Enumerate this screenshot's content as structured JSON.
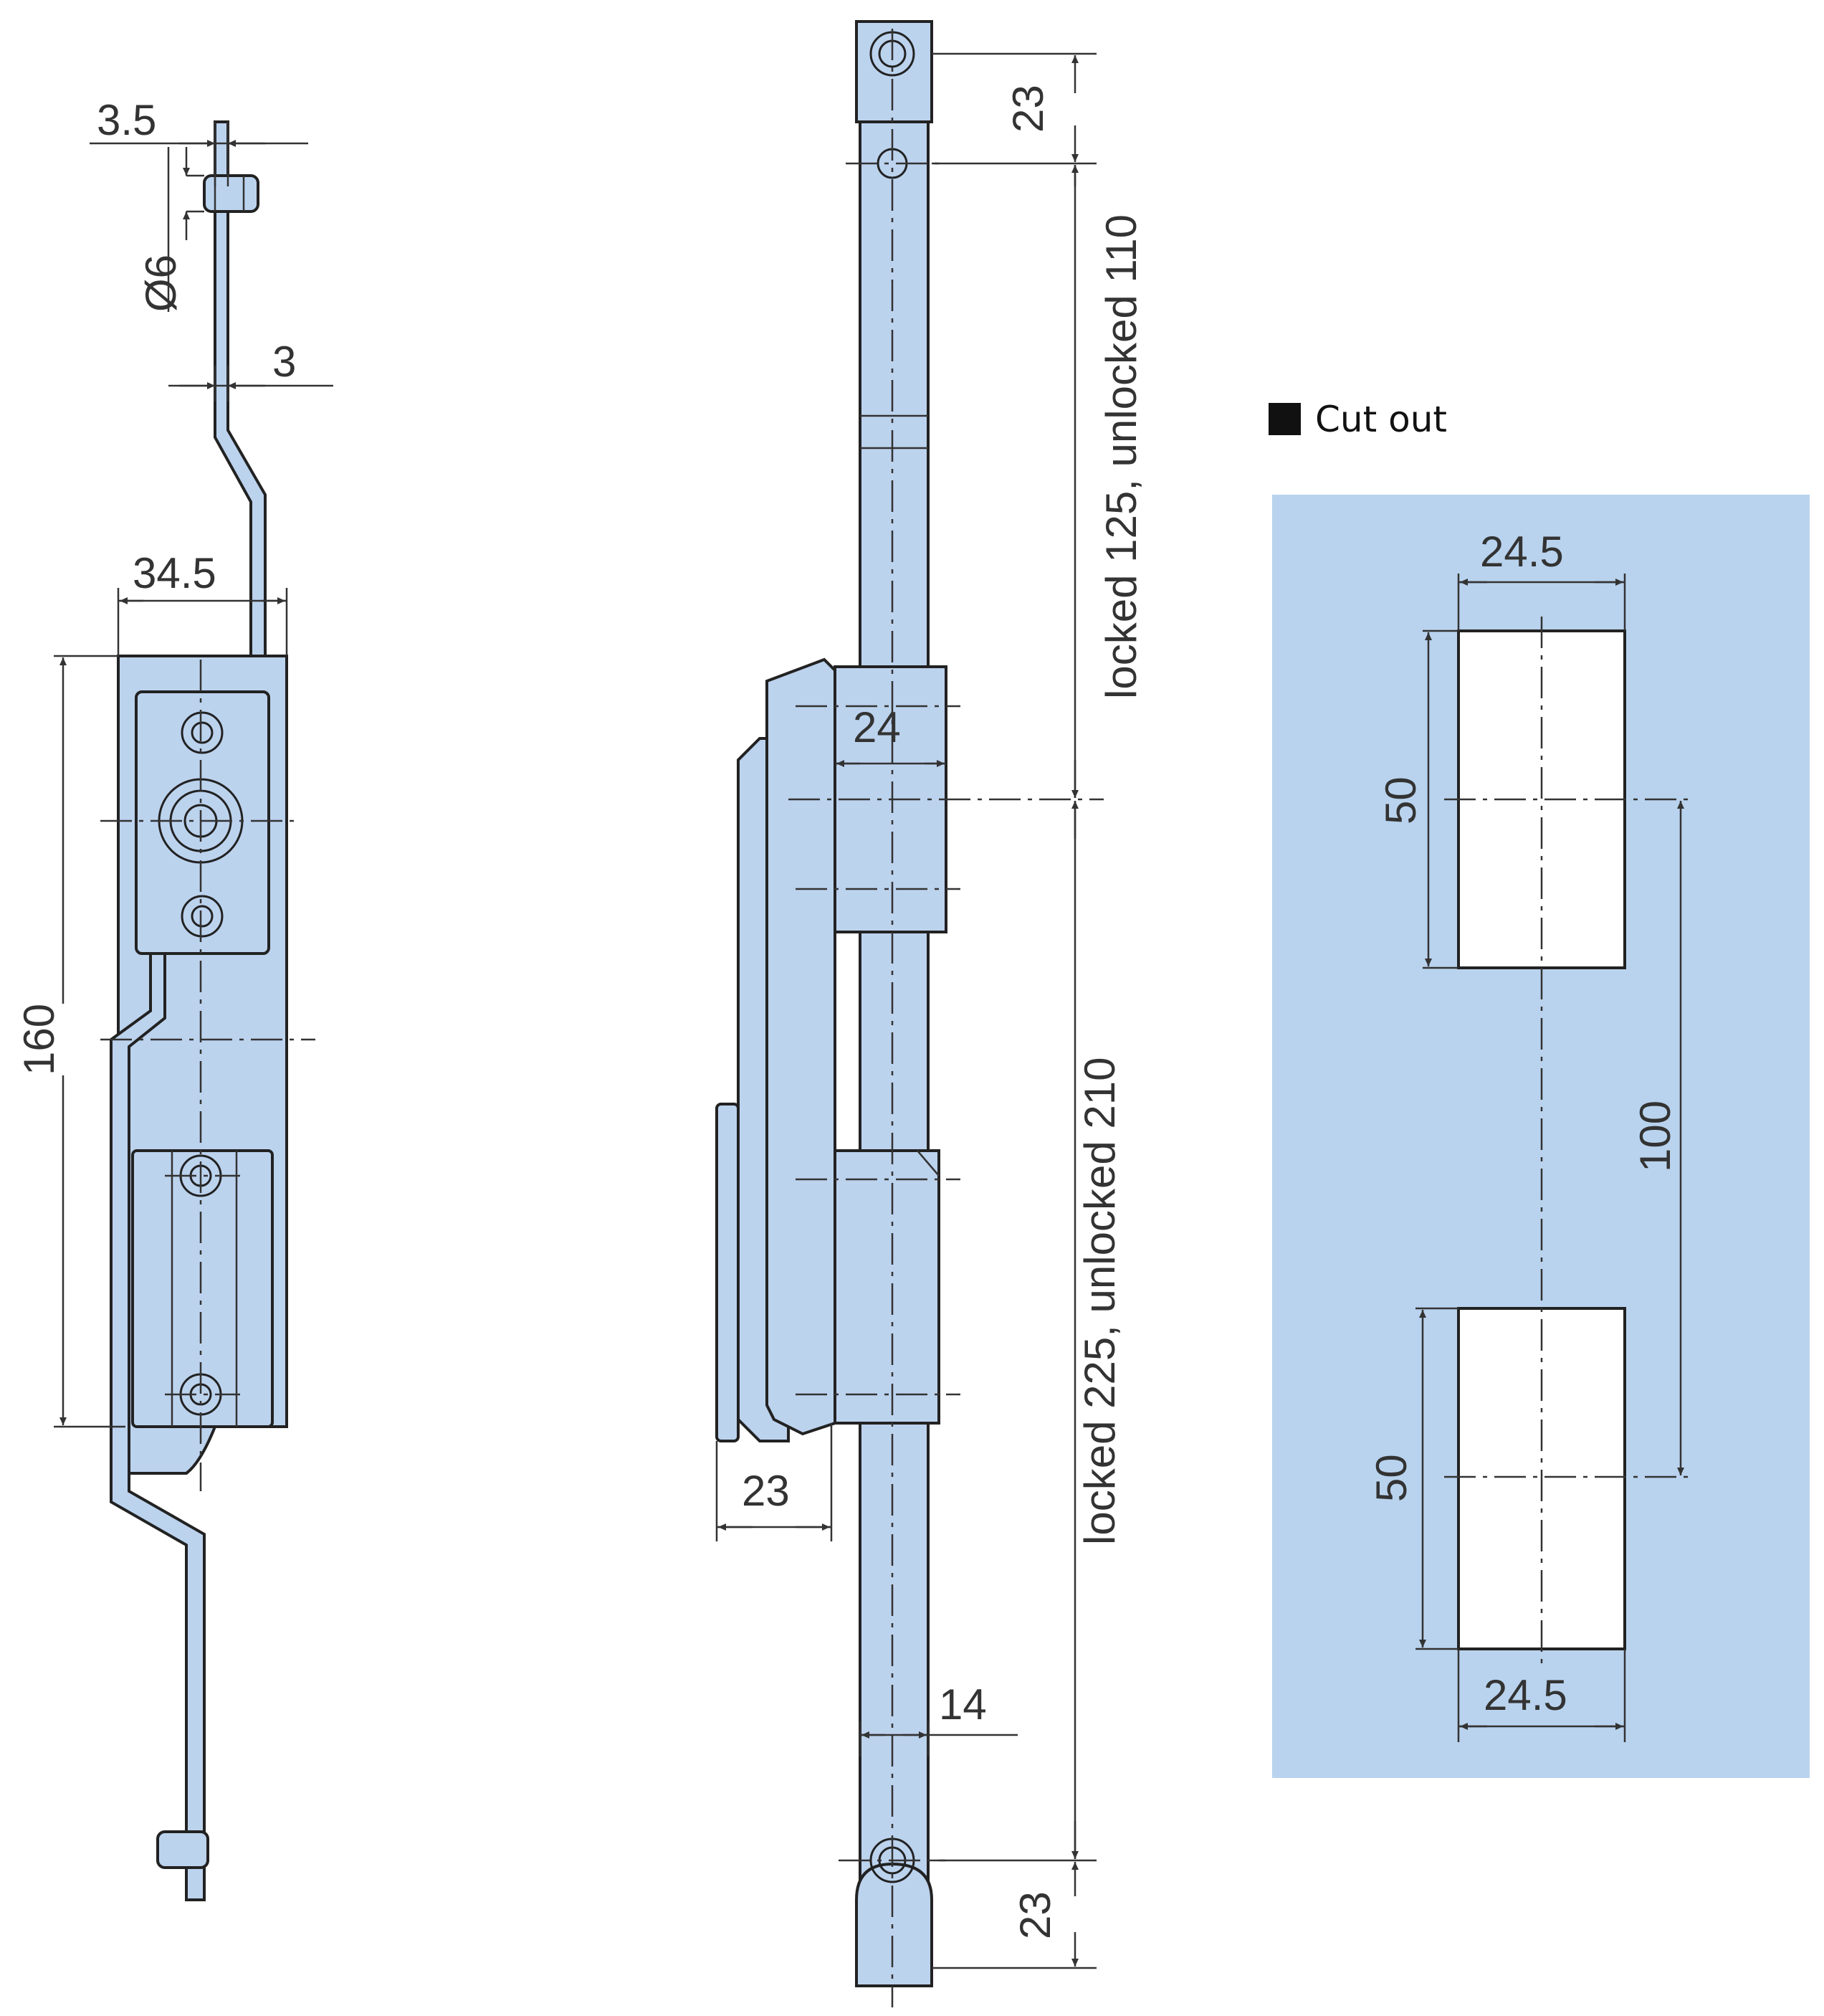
{
  "legend": {
    "label": "Cut out",
    "swatch_color": "#111111"
  },
  "colors": {
    "part_fill": "#bcd3ee",
    "cutout_panel": "#b9d3ee",
    "line": "#222222"
  },
  "dimensions": {
    "side_bolt_offset": "3.5",
    "pin_diameter": "Ø6",
    "rod_thickness": "3",
    "housing_width": "34.5",
    "housing_height": "160",
    "rod_end_top": "23",
    "travel_upper": "locked 125, unlocked 110",
    "handle_width": "24",
    "handle_depth": "23",
    "travel_lower": "locked 225, unlocked 210",
    "rod_width": "14",
    "rod_end_bottom": "23",
    "cutout_width_top": "24.5",
    "cutout_height_top": "50",
    "cutout_spacing": "100",
    "cutout_height_bottom": "50",
    "cutout_width_bottom": "24.5"
  }
}
